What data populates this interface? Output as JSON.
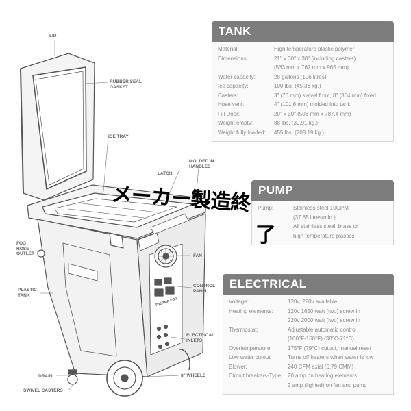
{
  "callouts": {
    "lid": "LID",
    "rubber_seal": "RUBBER SEAL\nGASKET",
    "ice_tray": "ICE TRAY",
    "latch": "LATCH",
    "molded_handles": "MOLDED IN\nHANDLES",
    "fog_hose": "FOG\nHOSE\nOUTLET",
    "fan": "FAN",
    "plastic_tank": "PLASTIC\nTANK",
    "control_panel": "CONTROL\nPANEL",
    "electrical_inlets": "ELECTRICAL\nINLETS",
    "drain": "DRAIN",
    "wheels": "8\" WHEELS",
    "swivel_casters": "SWIVEL CASTERS"
  },
  "device_labels": {
    "brand": "THERMA-FOG"
  },
  "tank": {
    "title": "TANK",
    "rows": [
      {
        "label": "Material:",
        "value": "High temperature plastic polymer"
      },
      {
        "label": "Dimensions:",
        "value": "21\" x 30\" x 38\"  (including casters)\n(533 mm x 762 mm x  965 mm)"
      },
      {
        "label": "Water capacity:",
        "value": "28 gallons (106 litres)"
      },
      {
        "label": "Ice capacity:",
        "value": "100 lbs. (45.36 kg.)"
      },
      {
        "label": "Casters:",
        "value": "3\" (76 mm) swivel front, 8\"  (304 mm) fixed"
      },
      {
        "label": "Hose vent:",
        "value": "4\" (101.6 mm) molded into tank"
      },
      {
        "label": "Fill Door:",
        "value": "20\" x 30\" (508 mm x 787.4 mm)"
      },
      {
        "label": "Weight empty:",
        "value": "88 lbs. (39.91 kg.)"
      },
      {
        "label": "Weight fully loaded:",
        "value": "455 lbs. (208.19 kg.)"
      }
    ]
  },
  "pump": {
    "title": "PUMP",
    "rows": [
      {
        "label": "Pump:",
        "value": "Stainless steel 10GPM\n(37.85 litres/min.)"
      },
      {
        "label": "",
        "value": "All stainless steel, brass or\nhigh temperature plastics"
      }
    ]
  },
  "electrical": {
    "title": "ELECTRICAL",
    "rows": [
      {
        "label": "Voltage:",
        "value": "120v, 220v available"
      },
      {
        "label": "Heating elements:",
        "value": "120v 1650 watt (two) screw in\n220v 2000 watt (two) screw in"
      },
      {
        "label": "Thermostat:",
        "value": "Adjustable automatic control\n(100°F-160°F) (38°C-71°C)"
      },
      {
        "label": "Overtemperature:",
        "value": "175°F (79°C) cutout, manual reset"
      },
      {
        "label": "Low water cutout:",
        "value": "Turns off heaters when water is low"
      },
      {
        "label": "Blower:",
        "value": "240 CFM axial (6.79 CMM)"
      },
      {
        "label": "Circuit breakers-Type:",
        "value": "20 amp on heating elements,\n2 amp (lighted) on fan and pump"
      }
    ]
  },
  "overlay": {
    "line1": "メーカー製造終",
    "line2": "了"
  },
  "colors": {
    "header_bg": "#7d7d7d",
    "drawing_stroke": "#555555"
  }
}
